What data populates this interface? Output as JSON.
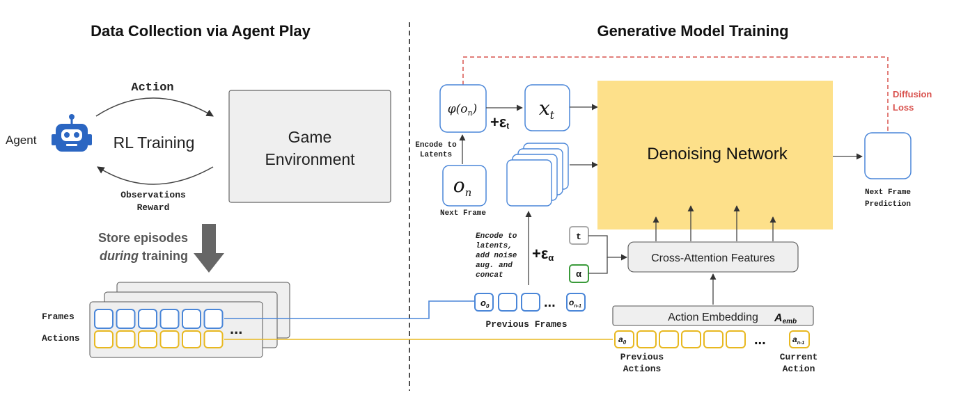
{
  "left_title": "Data Collection via Agent Play",
  "right_title": "Generative Model Training",
  "agent_label": "Agent",
  "action_label": "Action",
  "rl_training_label": "RL Training",
  "observations_label": "Observations",
  "reward_label": "Reward",
  "game_env_line1": "Game",
  "game_env_line2": "Environment",
  "store_line1": "Store episodes",
  "store_line2_italic": "during",
  "store_line2_rest": " training",
  "frames_label": "Frames",
  "actions_label": "Actions",
  "ellipsis": "...",
  "phi_label": "φ(o",
  "phi_sub": "n",
  "phi_close": ")",
  "noise_t_label": "+ε",
  "noise_t_sub": "t",
  "xt_main": "x",
  "xt_sub": "t",
  "encode_latents_line1": "Encode to",
  "encode_latents_line2": "Latents",
  "on_main": "o",
  "on_sub": "n",
  "next_frame_label": "Next Frame",
  "encode_noise_lines": [
    "Encode to",
    "latents,",
    "add noise",
    "aug. and",
    "concat"
  ],
  "noise_a_label": "+ε",
  "noise_a_sub": "α",
  "denoising_label": "Denoising Network",
  "diffusion_line1": "Diffusion",
  "diffusion_line2": "Loss",
  "next_frame_pred_line1": "Next Frame",
  "next_frame_pred_line2": "Prediction",
  "t_box": "t",
  "alpha_box": "α",
  "cross_attention_label": "Cross-Attention Features",
  "action_embedding_label": "Action Embedding",
  "a_emb_main": "A",
  "a_emb_sub": "emb",
  "prev_frames_label": "Previous Frames",
  "o0_main": "o",
  "o0_sub": "0",
  "on1_main": "o",
  "on1_sub": "n-1",
  "a0_main": "a",
  "a0_sub": "0",
  "an1_main": "a",
  "an1_sub": "n-1",
  "prev_actions_line1": "Previous",
  "prev_actions_line2": "Actions",
  "current_action_line1": "Current",
  "current_action_line2": "Action",
  "colors": {
    "blue": "#4a86d8",
    "yellow": "#e8b820",
    "green": "#3a9a3a",
    "red": "#d9534f",
    "denoise_fill": "#fde08a",
    "gray_fill": "#efefef",
    "robot": "#2b66c2"
  }
}
